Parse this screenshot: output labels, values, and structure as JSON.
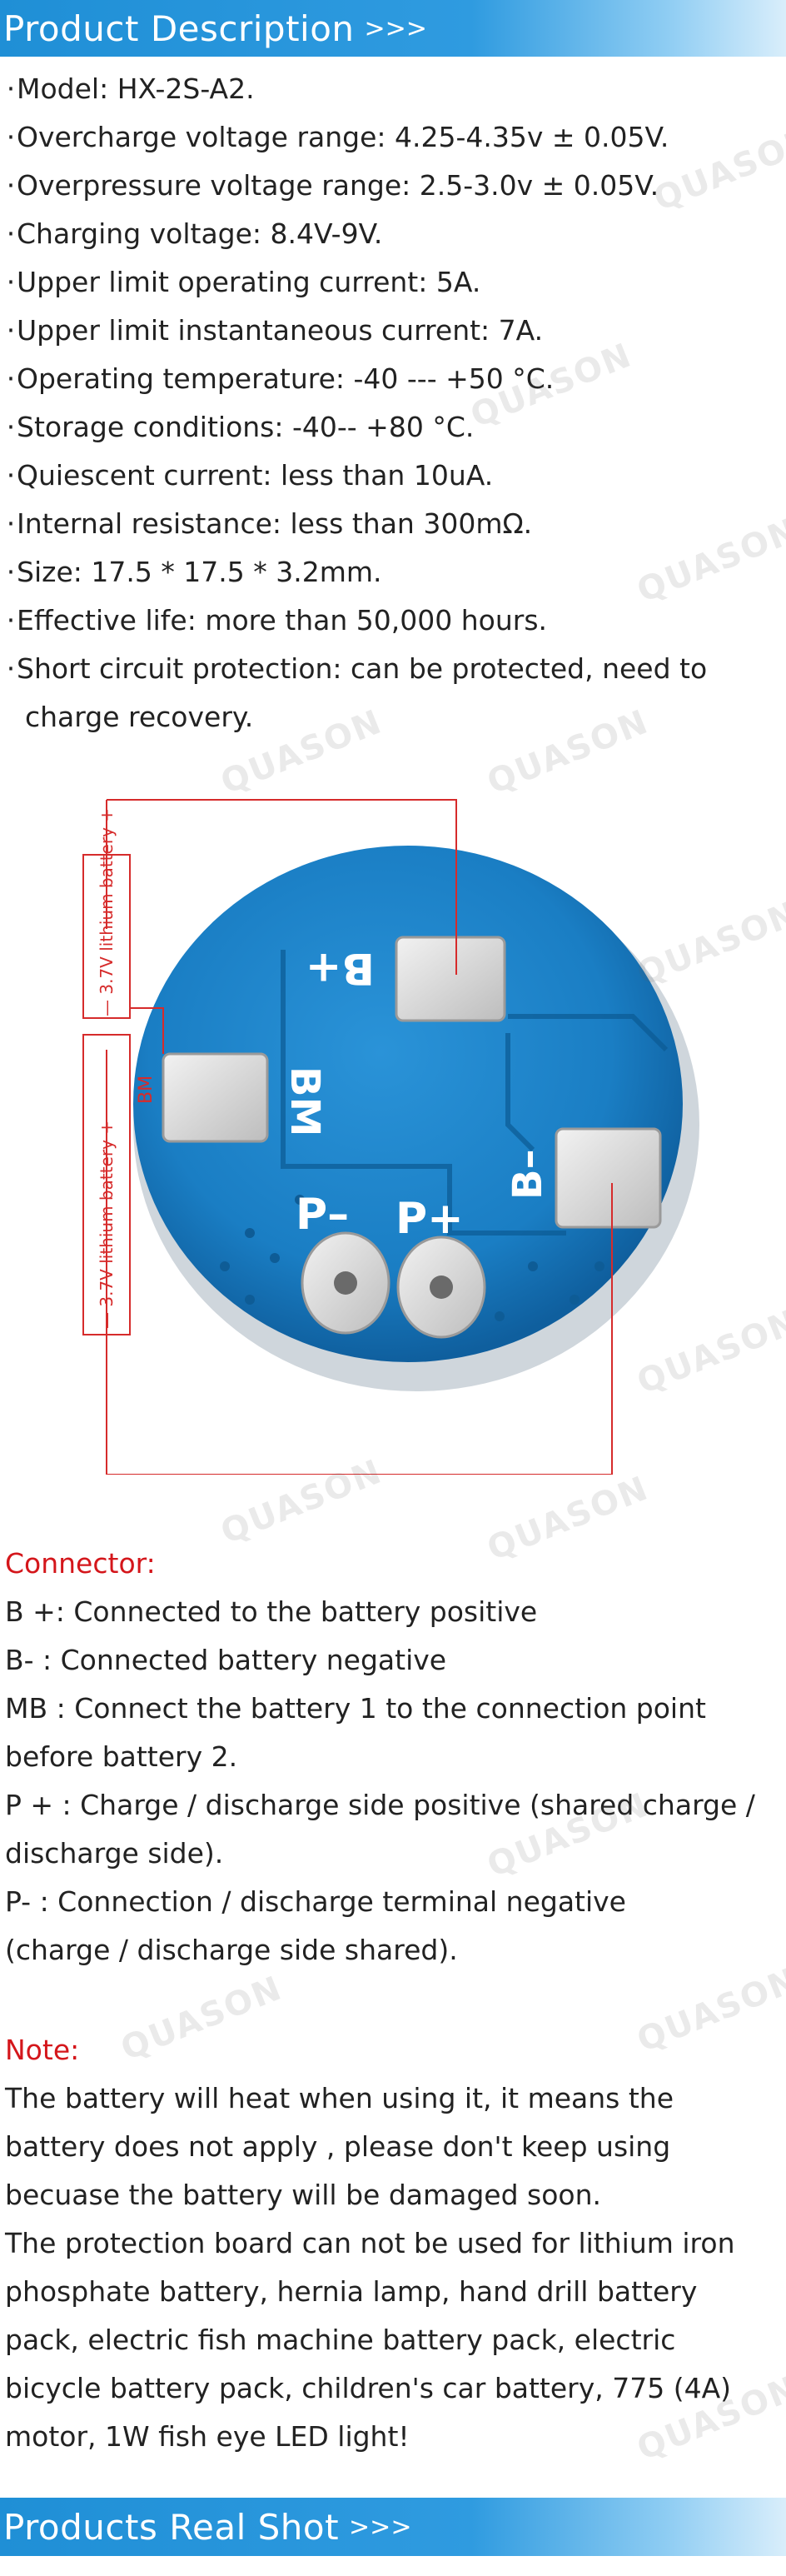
{
  "banner_top": {
    "title": "Product Description",
    "arrows": ">>>"
  },
  "specs": [
    "Model: HX-2S-A2.",
    "Overcharge voltage range: 4.25-4.35v ± 0.05V.",
    "Overpressure voltage range: 2.5-3.0v ± 0.05V.",
    "Charging voltage: 8.4V-9V.",
    "Upper limit operating current: 5A.",
    "Upper limit instantaneous current: 7A.",
    "Operating temperature: -40 --- +50 °C.",
    "Storage conditions: -40-- +80 °C.",
    "Quiescent current: less than 10uA.",
    "Internal resistance: less than 300mΩ.",
    "Size: 17.5 * 17.5 * 3.2mm.",
    "Effective life: more than 50,000 hours.",
    "Short circuit protection: can be protected, need to"
  ],
  "specs_cont": "charge recovery.",
  "bullet": "·",
  "figure": {
    "battery1_label": "— 3.7V lithium battery +",
    "battery2_label": "— 3.7V lithium battery +",
    "bm_label": "BM",
    "pad_bplus": "B+",
    "pad_bminus": "B–",
    "pad_bm": "BM",
    "pad_pminus": "P–",
    "pad_pplus": "P+",
    "board_color": "#1a7ec4",
    "line_color": "#d62b2b"
  },
  "connector": {
    "heading": "Connector:",
    "lines": [
      "B +:   Connected to the battery positive",
      "B-  :   Connected battery negative",
      "MB : Connect the battery 1 to the connection point",
      "before battery 2.",
      "P + :  Charge / discharge side positive (shared charge /",
      "discharge side).",
      "P- :    Connection / discharge terminal negative",
      "(charge / discharge side shared)."
    ]
  },
  "note": {
    "heading": "Note:",
    "lines": [
      "The battery will heat when using it, it means the",
      "battery does not apply , please don't keep using",
      "becuase the battery will be damaged soon.",
      "The protection board can not be used for lithium iron",
      "phosphate battery, hernia lamp, hand drill battery",
      "pack, electric fish machine battery pack, electric",
      "bicycle battery pack, children's car battery, 775 (4A)",
      "motor, 1W fish eye LED light!"
    ]
  },
  "banner_bottom": {
    "title": "Products Real Shot",
    "arrows": ">>>"
  },
  "watermark": "QUASON",
  "colors": {
    "banner": "#1f8fd6",
    "accent_red": "#d4161b"
  }
}
